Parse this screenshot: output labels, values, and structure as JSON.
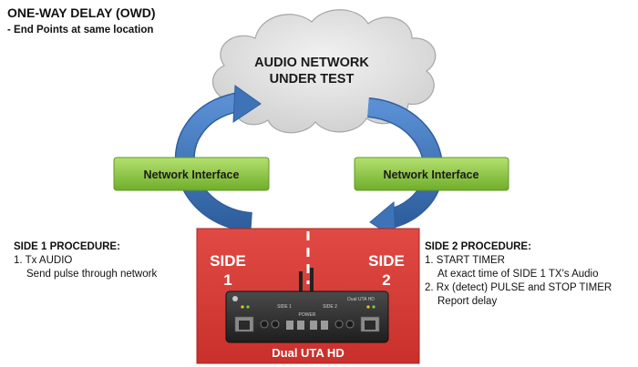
{
  "header": {
    "title": "ONE-WAY DELAY (OWD)",
    "subtitle": "- End Points at same location"
  },
  "cloud": {
    "line1": "AUDIO NETWORK",
    "line2": "UNDER TEST"
  },
  "interfaces": {
    "left_label": "Network Interface",
    "right_label": "Network Interface"
  },
  "device": {
    "side1_word": "SIDE",
    "side1_num": "1",
    "side2_word": "SIDE",
    "side2_num": "2",
    "name": "Dual UTA HD",
    "panel_brand": "Dual UTA HD",
    "panel_side1": "SIDE 1",
    "panel_side2": "SIDE 2",
    "panel_power": "POWER"
  },
  "side1": {
    "heading": "SIDE 1 PROCEDURE:",
    "step1": "1. Tx  AUDIO",
    "step1_detail": "Send pulse through network"
  },
  "side2": {
    "heading": "SIDE 2 PROCEDURE:",
    "step1": "1. START TIMER",
    "step1_detail": "At exact time of SIDE 1 TX's Audio",
    "step2": "2. Rx (detect) PULSE and STOP TIMER",
    "step2_detail": "Report delay"
  },
  "colors": {
    "cloud_fill": "#e4e4e4",
    "arrow_blue": "#3f73b8",
    "interface_green": "#8cc63f",
    "device_red": "#d93a35"
  }
}
